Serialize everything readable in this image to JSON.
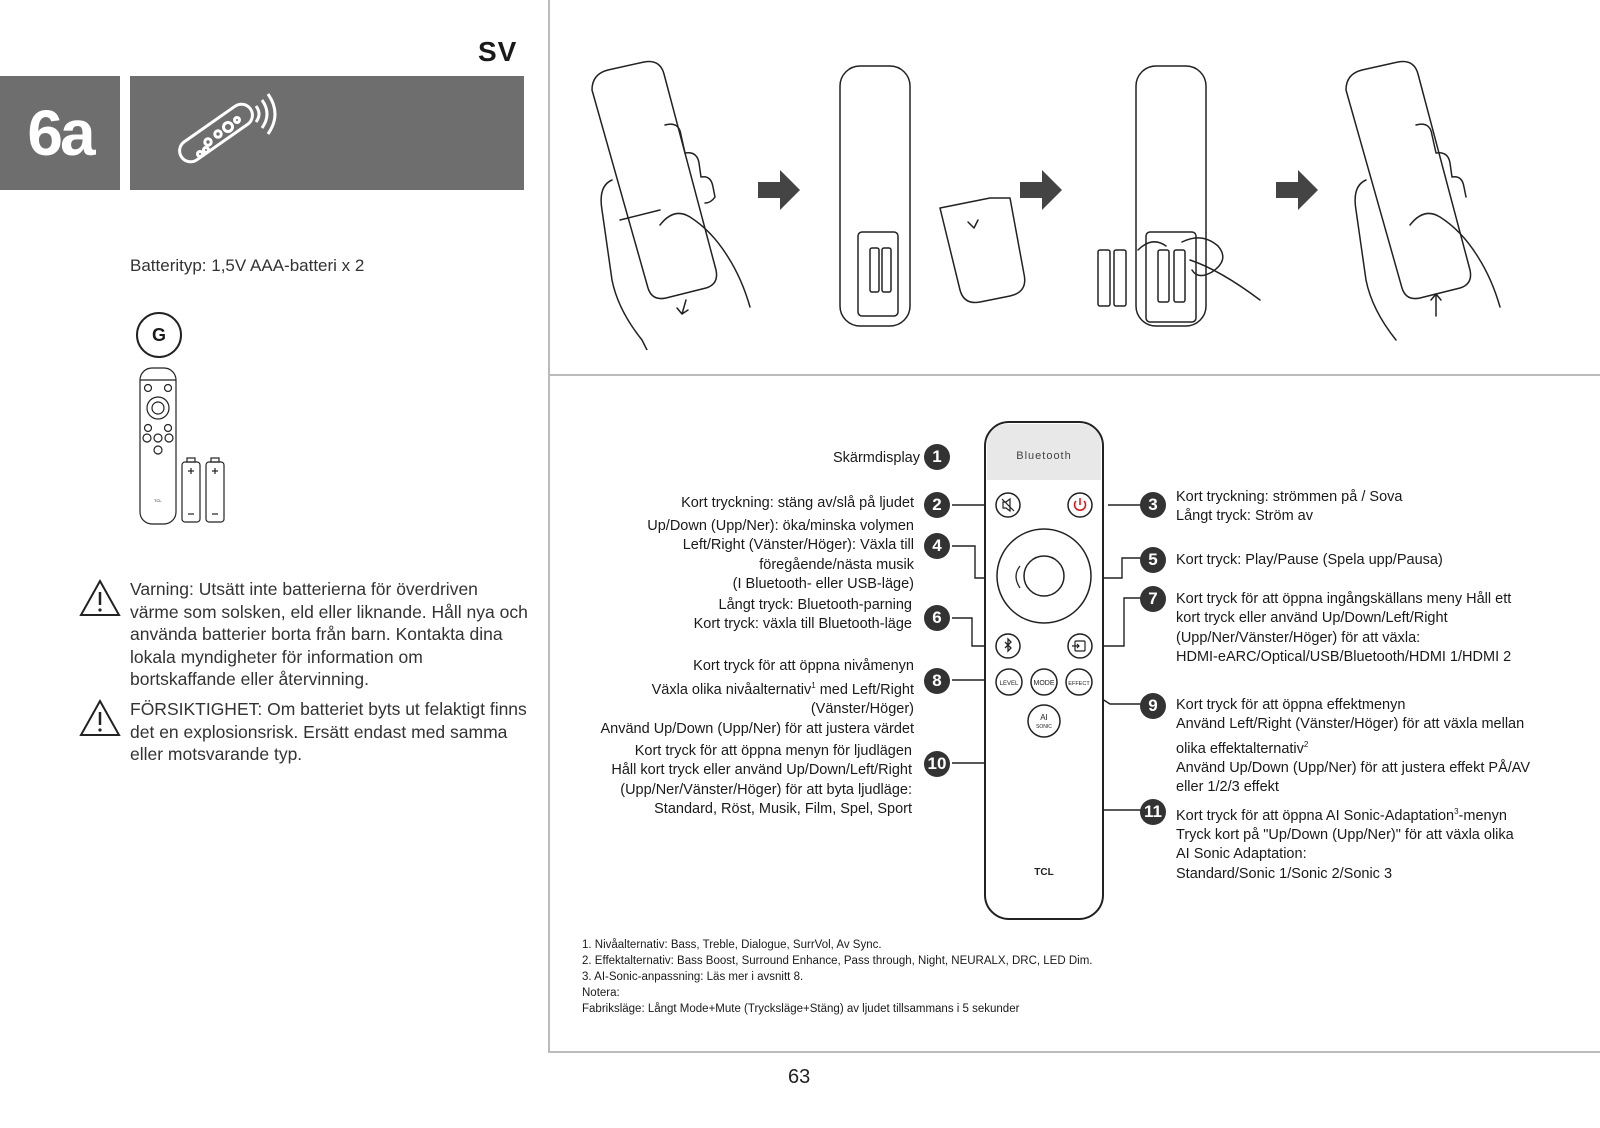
{
  "language": "SV",
  "section": "6a",
  "battery_type": "Batterityp: 1,5V AAA-batteri x 2",
  "product_badge": "G",
  "warning": "Varning: Utsätt inte batterierna för överdriven värme som solsken, eld eller liknande. Håll nya och använda batterier borta från barn. Kontakta dina lokala myndigheter för information om bortskaffande eller återvinning.",
  "caution": "FÖRSIKTIGHET: Om batteriet byts ut felaktigt finns det en explosionsrisk. Ersätt endast med samma eller motsvarande typ.",
  "remote": {
    "display_text": "Bluetooth",
    "brand": "TCL",
    "buttons": {
      "level": "LEVEL",
      "mode": "MODE",
      "effect": "EFFECT",
      "ai_line1": "AI",
      "ai_line2": "SONIC"
    }
  },
  "callouts": {
    "c1": {
      "num": "1",
      "text": "Skärmdisplay"
    },
    "c2": {
      "num": "2",
      "text": "Kort tryckning: stäng av/slå på ljudet"
    },
    "c3": {
      "num": "3",
      "l1": "Kort tryckning: strömmen på / Sova",
      "l2": "Långt tryck: Ström av"
    },
    "c4": {
      "num": "4",
      "l1": "Up/Down (Upp/Ner): öka/minska volymen",
      "l2": "Left/Right (Vänster/Höger): Växla till",
      "l3": "föregående/nästa musik",
      "l4": "(I Bluetooth- eller USB-läge)"
    },
    "c5": {
      "num": "5",
      "text": "Kort tryck: Play/Pause (Spela upp/Pausa)"
    },
    "c6": {
      "num": "6",
      "l1": "Långt tryck: Bluetooth-parning",
      "l2": "Kort tryck: växla till Bluetooth-läge"
    },
    "c7": {
      "num": "7",
      "l1": "Kort tryck för att öppna ingångskällans meny Håll ett",
      "l2": "kort tryck eller använd Up/Down/Left/Right",
      "l3": "(Upp/Ner/Vänster/Höger) för att växla:",
      "l4": "HDMI-eARC/Optical/USB/Bluetooth/HDMI 1/HDMI 2"
    },
    "c8": {
      "num": "8",
      "l1": "Kort tryck för att öppna nivåmenyn",
      "l2a": "Växla olika nivåalternativ",
      "l2sup": "1",
      "l2b": " med Left/Right",
      "l3": "(Vänster/Höger)",
      "l4": "Använd Up/Down (Upp/Ner) för att justera värdet"
    },
    "c9": {
      "num": "9",
      "l1": "Kort tryck för att öppna effektmenyn",
      "l2": "Använd Left/Right (Vänster/Höger) för att växla mellan",
      "l3a": "olika effektalternativ",
      "l3sup": "2",
      "l4": "Använd Up/Down (Upp/Ner) för att justera effekt PÅ/AV",
      "l5": "eller 1/2/3 effekt"
    },
    "c10": {
      "num": "10",
      "l1": "Kort tryck för att öppna menyn för ljudlägen",
      "l2": "Håll kort tryck eller använd Up/Down/Left/Right",
      "l3": "(Upp/Ner/Vänster/Höger) för att byta ljudläge:",
      "l4": "Standard, Röst, Musik, Film, Spel, Sport"
    },
    "c11": {
      "num": "11",
      "l1a": "Kort tryck för att öppna AI Sonic-Adaptation",
      "l1sup": "3",
      "l1b": "-menyn",
      "l2": "Tryck kort på \"Up/Down (Upp/Ner)\" för att växla olika",
      "l3": "AI Sonic Adaptation:",
      "l4": "Standard/Sonic 1/Sonic 2/Sonic 3"
    }
  },
  "footnotes": [
    "1. Nivåalternativ: Bass, Treble, Dialogue, SurrVol, Av Sync.",
    "2. Effektalternativ: Bass Boost, Surround Enhance, Pass through, Night, NEURALX, DRC, LED Dim.",
    "3. AI-Sonic-anpassning: Läs mer i avsnitt 8.",
    "Notera:",
    "Fabriksläge: Långt Mode+Mute (Trycksläge+Stäng) av ljudet tillsammans i 5 sekunder"
  ],
  "page_number": "63"
}
